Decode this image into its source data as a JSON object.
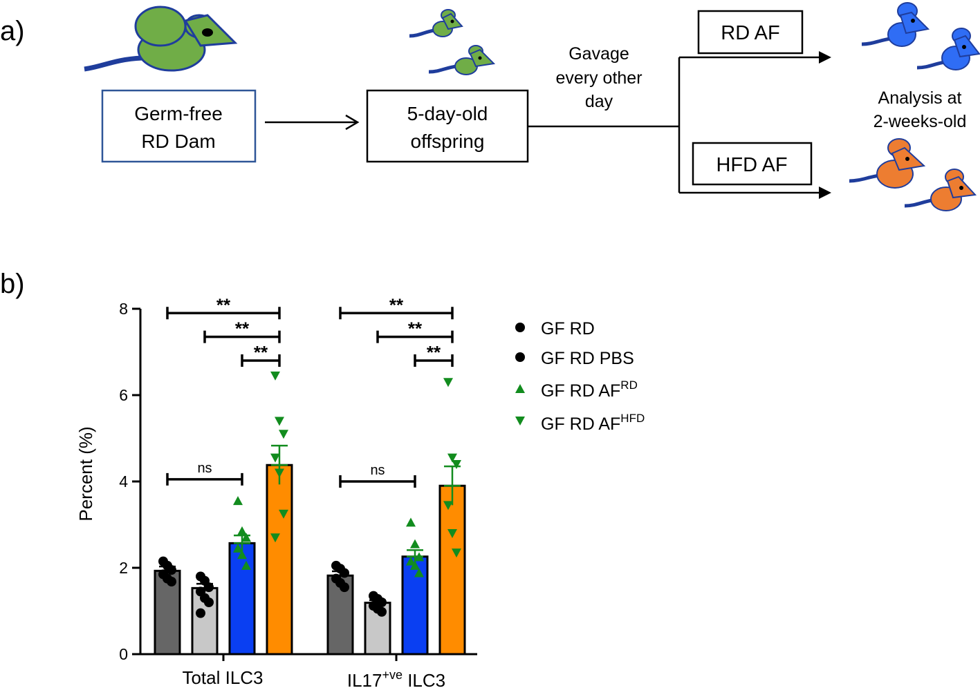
{
  "panel_a": {
    "label": "a)",
    "box1_line1": "Germ-free",
    "box1_line2": "RD Dam",
    "box2_line1": "5-day-old",
    "box2_line2": "offspring",
    "gavage_line1": "Gavage",
    "gavage_line2": "every other",
    "gavage_line3": "day",
    "rd_af": "RD AF",
    "hfd_af": "HFD AF",
    "analysis_line1": "Analysis at",
    "analysis_line2": "2-weeks-old",
    "colors": {
      "dam": "#70ad47",
      "rd_mouse": "#2f6df5",
      "hfd_mouse": "#ed7d31",
      "outline": "#1f3d9c"
    }
  },
  "panel_b": {
    "label": "b)"
  },
  "chart_data": {
    "type": "bar",
    "ylabel": "Percent (%)",
    "ylim": [
      0,
      8
    ],
    "yticks": [
      "0",
      "2",
      "4",
      "6",
      "8"
    ],
    "groups": [
      {
        "label_main": "Total ILC3",
        "label_sup": "",
        "label_tail": ""
      },
      {
        "label_main": "IL17",
        "label_sup": "+ve",
        "label_tail": " ILC3"
      }
    ],
    "series": [
      {
        "name": "GF RD",
        "name_sup": "",
        "color": "#666666",
        "marker": "circle",
        "marker_color": "#000000",
        "values": [
          1.93,
          1.82
        ],
        "sem": [
          0.1,
          0.1
        ],
        "points": [
          [
            2.15,
            2.05,
            1.95,
            1.85,
            1.75,
            1.68
          ],
          [
            2.05,
            1.98,
            1.88,
            1.75,
            1.65,
            1.55
          ]
        ]
      },
      {
        "name": "GF RD PBS",
        "name_sup": "",
        "color": "#c8c8c8",
        "marker": "circle",
        "marker_color": "#000000",
        "values": [
          1.53,
          1.19
        ],
        "sem": [
          0.1,
          0.06
        ],
        "points": [
          [
            1.8,
            1.7,
            1.55,
            1.45,
            1.3,
            1.2,
            0.95
          ],
          [
            1.35,
            1.28,
            1.2,
            1.12,
            1.05,
            0.98
          ]
        ]
      },
      {
        "name": "GF RD AF",
        "name_sup": "RD",
        "color": "#0a3ff2",
        "marker": "triangle-up",
        "marker_color": "#128c1e",
        "values": [
          2.57,
          2.26
        ],
        "sem": [
          0.18,
          0.15
        ],
        "points": [
          [
            3.55,
            2.85,
            2.7,
            2.45,
            2.3,
            2.05
          ],
          [
            3.05,
            2.55,
            2.25,
            2.15,
            2.05,
            1.88
          ]
        ]
      },
      {
        "name": "GF RD AF",
        "name_sup": "HFD",
        "color": "#ff8c00",
        "marker": "triangle-down",
        "marker_color": "#128c1e",
        "values": [
          4.38,
          3.9
        ],
        "sem": [
          0.45,
          0.45
        ],
        "points": [
          [
            6.45,
            5.4,
            5.1,
            4.55,
            4.2,
            3.25,
            2.7
          ],
          [
            6.3,
            4.55,
            4.4,
            3.45,
            2.8,
            2.35
          ]
        ]
      }
    ],
    "significance": [
      {
        "group": 0,
        "from": 0,
        "to": 3,
        "y": 7.9,
        "label": "**"
      },
      {
        "group": 0,
        "from": 1,
        "to": 3,
        "y": 7.35,
        "label": "**"
      },
      {
        "group": 0,
        "from": 2,
        "to": 3,
        "y": 6.8,
        "label": "**"
      },
      {
        "group": 0,
        "from": 0,
        "to": 2,
        "y": 4.05,
        "label": "ns"
      },
      {
        "group": 1,
        "from": 0,
        "to": 3,
        "y": 7.9,
        "label": "**"
      },
      {
        "group": 1,
        "from": 1,
        "to": 3,
        "y": 7.35,
        "label": "**"
      },
      {
        "group": 1,
        "from": 2,
        "to": 3,
        "y": 6.8,
        "label": "**"
      },
      {
        "group": 1,
        "from": 0,
        "to": 2,
        "y": 4.0,
        "label": "ns"
      }
    ],
    "legend_position": "right"
  }
}
